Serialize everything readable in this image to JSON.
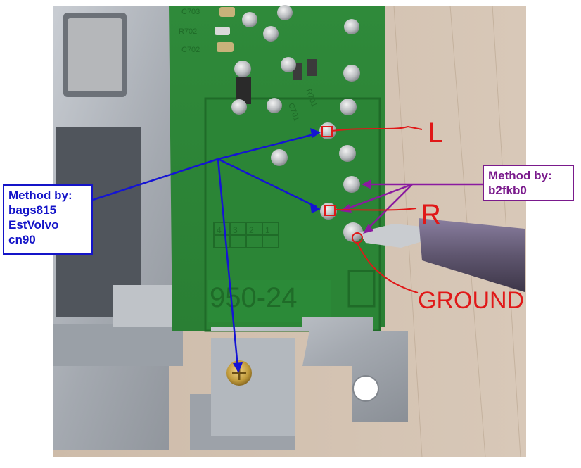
{
  "callout_blue": {
    "title": "Method by:",
    "names": [
      "bags815",
      "EstVolvo",
      "cn90"
    ],
    "color": "#1414c8"
  },
  "callout_purple": {
    "title": "Method by:",
    "names": [
      "b2fkb0"
    ],
    "color": "#7a1a8c"
  },
  "annotations": {
    "left_label": "L",
    "right_label": "R",
    "ground_label": "GROUND",
    "color": "#e01818"
  },
  "board_text": {
    "part_number": "950-24",
    "box_numbers": [
      "4",
      "3",
      "2",
      "1"
    ],
    "silkscreen": [
      "C703",
      "R702",
      "C702",
      "C701",
      "R701"
    ]
  }
}
